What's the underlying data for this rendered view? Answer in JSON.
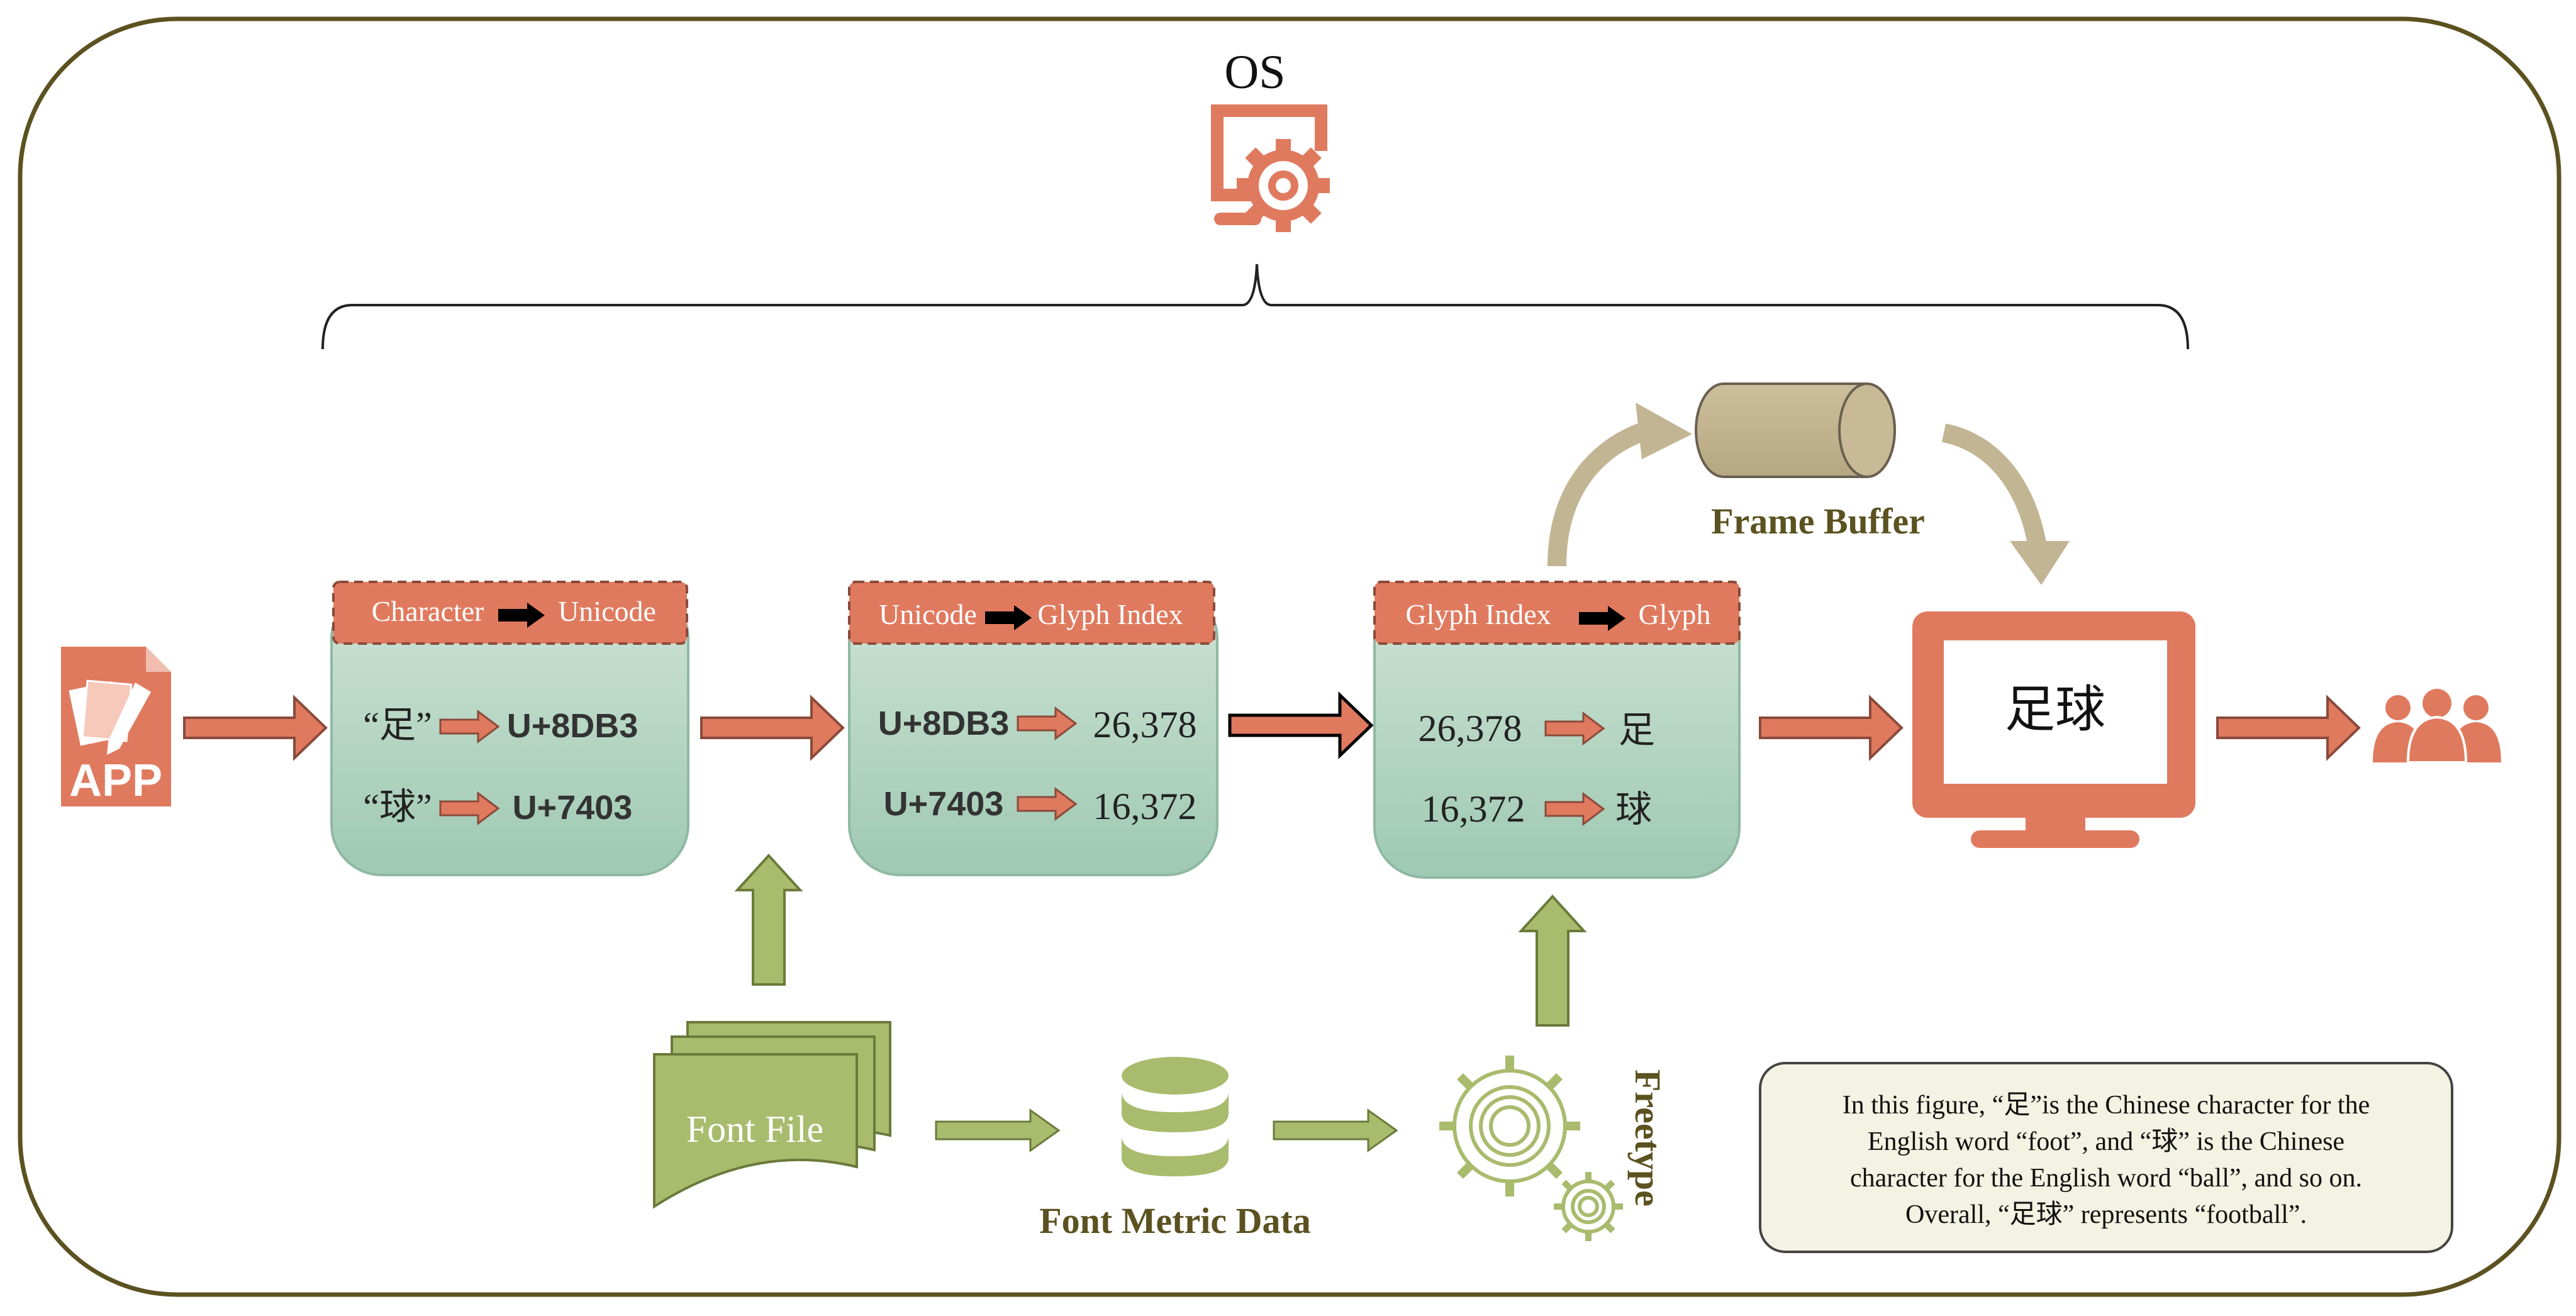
{
  "os": {
    "label": "OS",
    "icon": "monitor-gear-icon"
  },
  "app": {
    "label": "APP",
    "icon": "app-document-icon"
  },
  "stages": [
    {
      "header_left": "Character",
      "header_right": "Unicode",
      "rows": [
        {
          "left": "“足”",
          "right": "U+8DB3"
        },
        {
          "left": "“球”",
          "right": "U+7403"
        }
      ]
    },
    {
      "header_left": "Unicode",
      "header_right": "Glyph Index",
      "rows": [
        {
          "left": "U+8DB3",
          "right": "26,378"
        },
        {
          "left": "U+7403",
          "right": "16,372"
        }
      ]
    },
    {
      "header_left": "Glyph Index",
      "header_right": "Glyph",
      "rows": [
        {
          "left": "26,378",
          "right": "足"
        },
        {
          "left": "16,372",
          "right": "球"
        }
      ]
    }
  ],
  "frame_buffer": {
    "label": "Frame Buffer"
  },
  "display": {
    "text": "足球",
    "icon": "monitor-icon"
  },
  "users": {
    "icon": "users-group-icon"
  },
  "font_file": {
    "label": "Font File"
  },
  "font_metric": {
    "label": "Font Metric Data",
    "icon": "database-icon"
  },
  "freetype": {
    "label": "Freetype",
    "icon": "gears-icon"
  },
  "note": {
    "lines": [
      "In this figure, “足”is the Chinese character for the",
      "English word “foot”, and “球” is the Chinese",
      "character for the English word “ball”, and so on.",
      "Overall, “足球” represents “football”."
    ]
  },
  "colors": {
    "border": "#5b5220",
    "accent": "#e07a5f",
    "arrow_stroke": "#8a4a3a",
    "box_fill": "#a9cdb9",
    "green": "#a9bb6d",
    "olive_text": "#5b5220",
    "khaki": "#c2b593",
    "note_fill": "#f4f2e2"
  }
}
